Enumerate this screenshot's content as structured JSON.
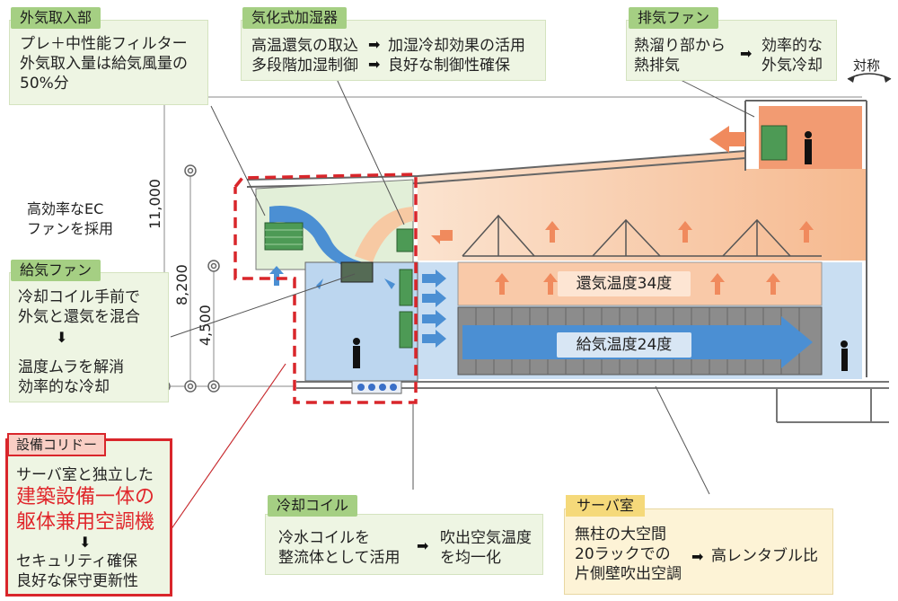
{
  "callouts": {
    "outdoor_intake": {
      "title": "外気取入部",
      "lines": [
        "プレ＋中性能フィルター",
        "外気取入量は給気風量の",
        "50%分"
      ]
    },
    "humidifier": {
      "title": "気化式加湿器",
      "rows": [
        [
          "高温還気の取込",
          "加湿冷却効果の活用"
        ],
        [
          "多段階加湿制御",
          "良好な制御性確保"
        ]
      ]
    },
    "exhaust_fan": {
      "title": "排気ファン",
      "left": [
        "熱溜り部から",
        "熱排気"
      ],
      "right": [
        "効率的な",
        "外気冷却"
      ]
    },
    "ec_fan_note": {
      "lines": [
        "高効率なEC",
        "ファンを採用"
      ]
    },
    "supply_fan": {
      "title": "給気ファン",
      "lines1": [
        "冷却コイル手前で",
        "外気と還気を混合"
      ],
      "lines2": [
        "温度ムラを解消",
        "効率的な冷却"
      ]
    },
    "corridor": {
      "title": "設備コリドー",
      "line1": "サーバ室と独立した",
      "red1": "建築設備一体の",
      "red2": "躯体兼用空調機",
      "lines2": [
        "セキュリティ確保",
        "良好な保守更新性"
      ]
    },
    "cooling_coil": {
      "title": "冷却コイル",
      "left": [
        "冷水コイルを",
        "整流体として活用"
      ],
      "right": [
        "吹出空気温度",
        "を均一化"
      ]
    },
    "server_room": {
      "title": "サーバ室",
      "left": [
        "無柱の大空間",
        "20ラックでの",
        "片側壁吹出空調"
      ],
      "right": "高レンタブル比"
    }
  },
  "labels": {
    "symmetric": "対称",
    "return_temp": "還気温度34度",
    "supply_temp": "給気温度24度",
    "dim_11000": "11,000",
    "dim_8200": "8,200",
    "dim_4500": "4,500"
  },
  "colors": {
    "tag_green": "#a5cf83",
    "box_green": "#eef5e3",
    "hot": "#f08a5d",
    "cool": "#4f8fd1",
    "red_dash": "#d9262b",
    "server_box_fill": "#fdf3d6"
  }
}
